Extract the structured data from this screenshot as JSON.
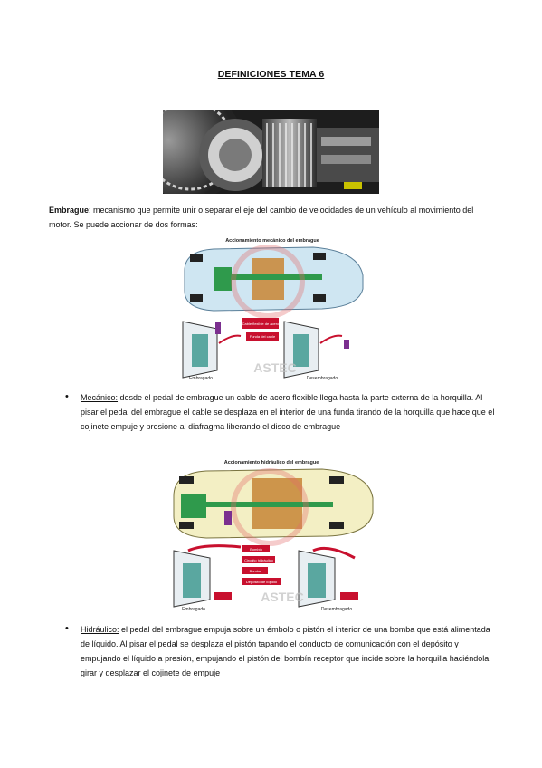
{
  "document": {
    "title": "DEFINICIONES TEMA 6",
    "intro": {
      "term": "Embrague",
      "text": ": mecanismo que permite unir o separar el eje del cambio de velocidades de un vehículo al movimiento del motor. Se puede accionar de dos formas:"
    },
    "diagram_mechanical": {
      "title": "Accionamiento mecánico del embrague",
      "label_cable": "Cable flexible de acero",
      "label_funda": "Funda del cable",
      "left": "Embragado",
      "right": "Desembragado",
      "watermark": "ASTEC"
    },
    "diagram_hydraulic": {
      "title": "Accionamiento hidráulico del embrague",
      "label_bombin": "Bombín",
      "label_circuito": "Circuito hidráulico",
      "label_bomba": "Bomba",
      "label_deposito": "Depósito de líquido",
      "left": "Embragado",
      "right": "Desembragado",
      "watermark": "ASTEC"
    },
    "items": [
      {
        "term": "Mecánico:",
        "text": " desde el pedal de embrague un cable de acero flexible llega hasta la parte externa de la horquilla. Al pisar el pedal del embrague el cable se desplaza en el interior de una funda tirando de la horquilla que hace que el cojinete empuje y presione al diafragma liberando el disco de embrague"
      },
      {
        "term": "Hidráulico:",
        "text": " el pedal del embrague empuja sobre un émbolo o pistón el interior de una bomba que está alimentada de líquido. Al pisar el pedal se desplaza el pistón tapando el conducto de comunicación con el depósito y empujando el líquido a presión, empujando el pistón del bombín receptor que incide sobre la horquilla haciéndola girar y desplazar el cojinete de empuje"
      }
    ],
    "bullet": "•"
  },
  "colors": {
    "car_body_mech": "#cfe6f2",
    "car_body_hyd": "#f3efc4",
    "engine": "#c98b3e",
    "gearbox_green": "#2f9a4c",
    "cable_red": "#c8102e",
    "pedal_purple": "#7b2f8f"
  }
}
